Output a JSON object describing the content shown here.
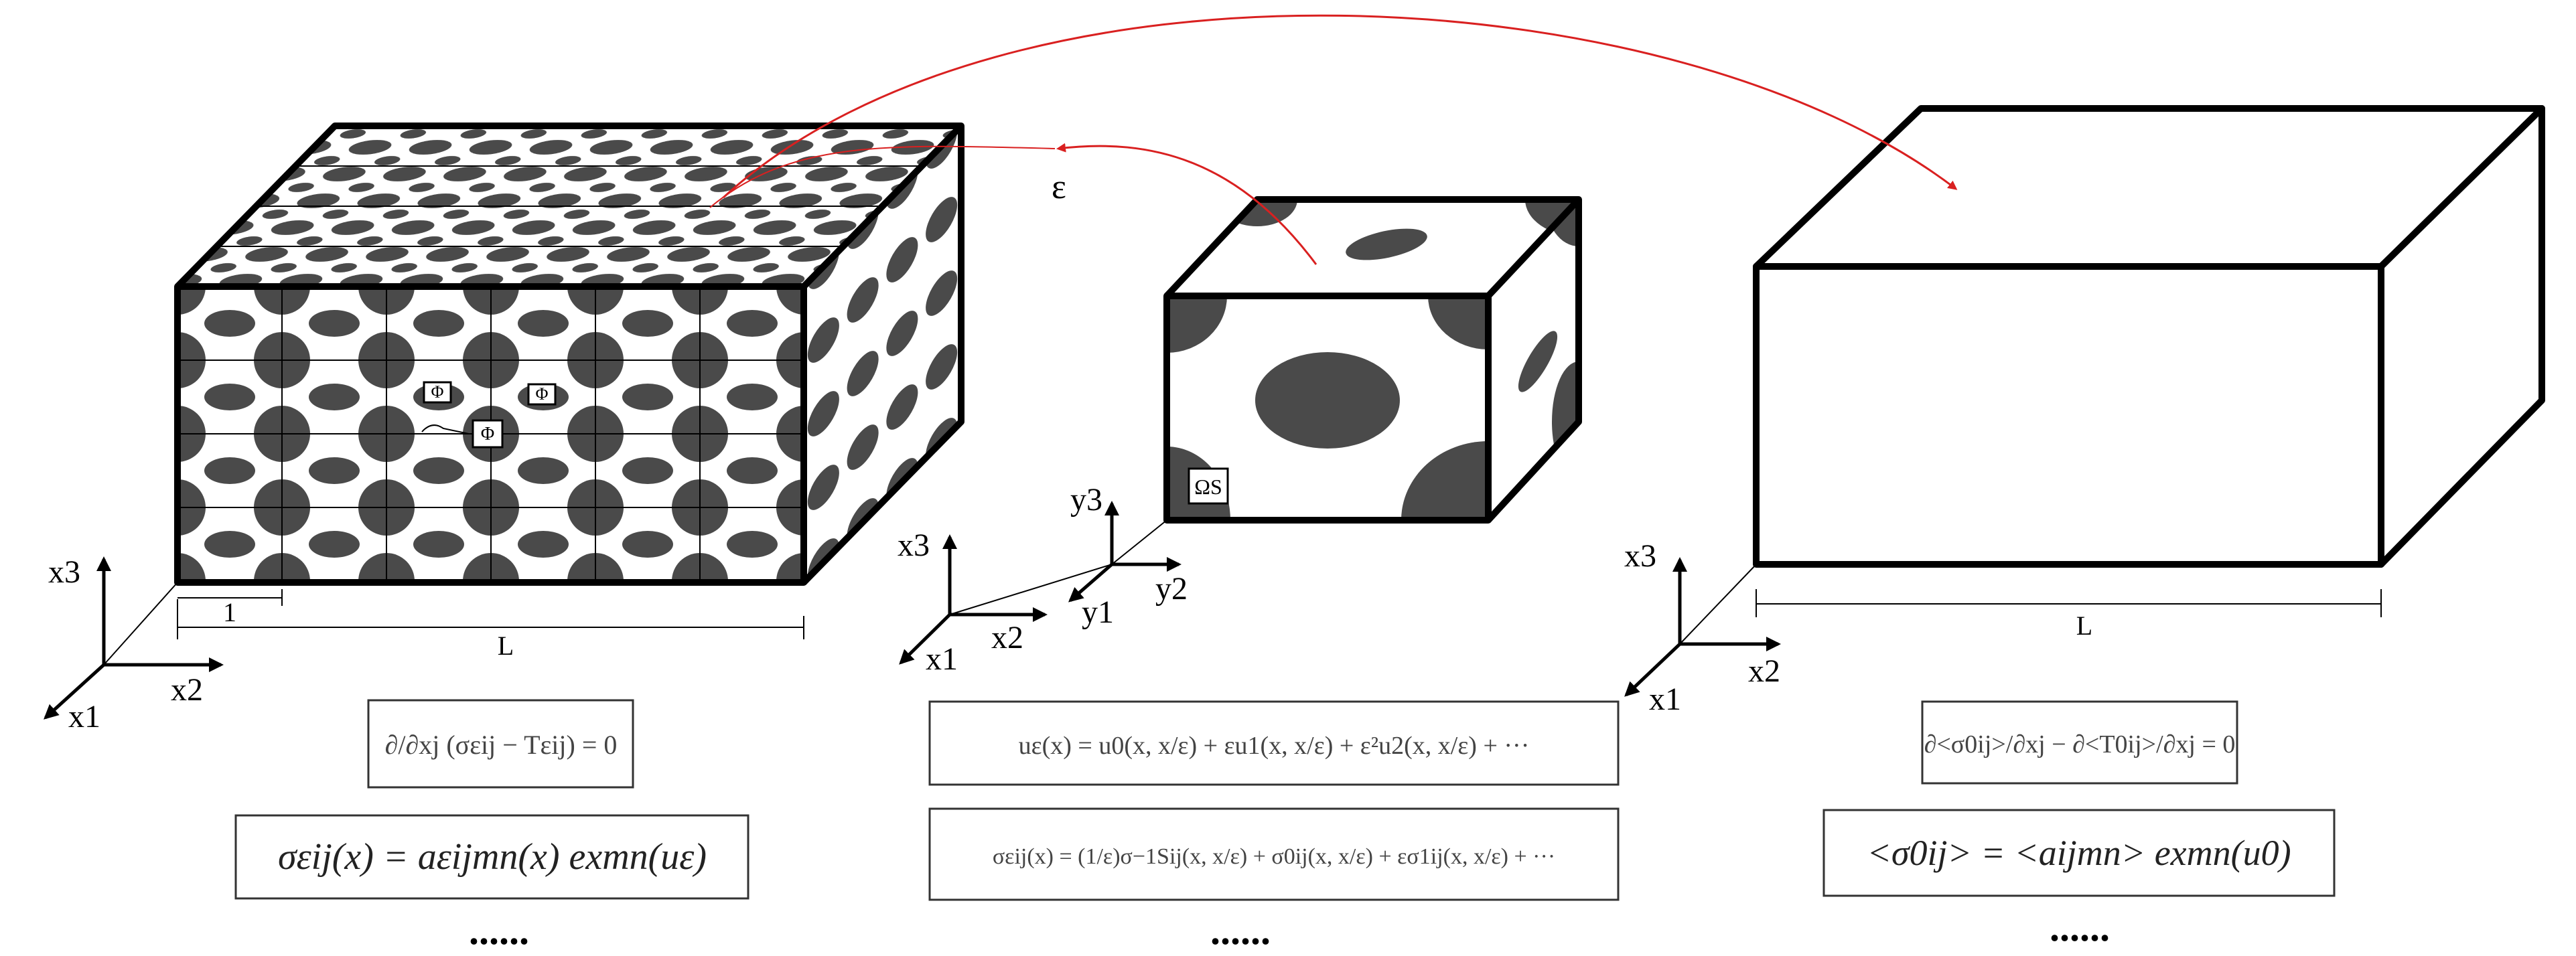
{
  "colors": {
    "inclusion": "#4a4a4a",
    "edge": "#000000",
    "arrow": "#d92020",
    "equation_border": "#333333"
  },
  "labels": {
    "epsilon": "ε",
    "omega_s": "ΩS",
    "phi": "Φ",
    "unit_length": "1",
    "length_left": "L",
    "length_right": "L"
  },
  "axes": {
    "left": {
      "x1": "x1",
      "x2": "x2",
      "x3": "x3"
    },
    "middle_global": {
      "x1": "x1",
      "x2": "x2",
      "x3": "x3"
    },
    "middle_local": {
      "y1": "y1",
      "y2": "y2",
      "y3": "y3"
    },
    "right": {
      "x1": "x1",
      "x2": "x2",
      "x3": "x3"
    }
  },
  "equations": {
    "left_top": "∂/∂xj (σεij − Tεij) = 0",
    "left_bottom": "σεij(x) = aεijmn(x) exmn(uε)",
    "middle_top": "uε(x) = u0(x, x/ε) + εu1(x, x/ε) + ε²u2(x, x/ε) + ···",
    "middle_bottom": "σεij(x) = (1/ε)σ−1Sij(x, x/ε) + σ0ij(x, x/ε) + εσ1ij(x, x/ε) + ···",
    "right_top": "∂<σ0ij>/∂xj − ∂<T0ij>/∂xj = 0",
    "right_bottom": "<σ0ij> = <aijmn> exmn(u0)"
  },
  "ellipsis": "......"
}
